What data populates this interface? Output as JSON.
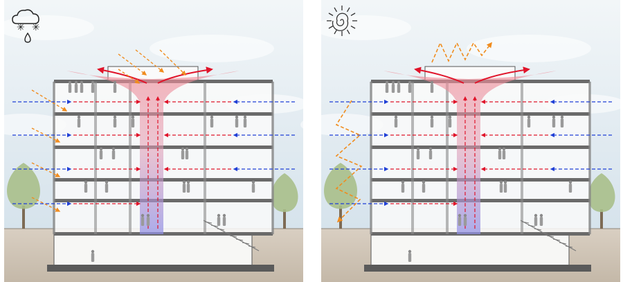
{
  "panels": [
    {
      "id": "winter",
      "condition_icons": [
        "cloud-icon",
        "snowflake-icon",
        "raindrop-icon"
      ],
      "airflow": {
        "inflow_color": "#1f3fd6",
        "outflow_color": "#e0142a",
        "sun_rays_color": "#f08c1e"
      },
      "solar": "diffuse-rays"
    },
    {
      "id": "summer",
      "condition_icons": [
        "sun-icon"
      ],
      "airflow": {
        "inflow_color": "#1f3fd6",
        "outflow_color": "#e0142a",
        "sun_rays_color": "#f08c1e"
      },
      "solar": "zigzag-reflection"
    }
  ],
  "colors": {
    "sky_top": "#f2f6f8",
    "sky_bottom": "#d6e3ec",
    "ground": "#cfc4b6",
    "building_line": "#555555",
    "slab": "#6a6a6a",
    "chimney_red": "#f08a95",
    "chimney_blue": "#8f8fe6",
    "tree": "#a9bf8a"
  }
}
